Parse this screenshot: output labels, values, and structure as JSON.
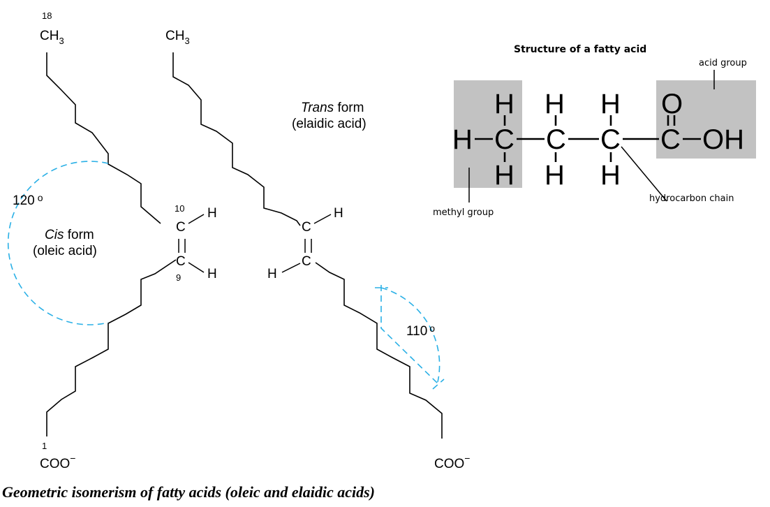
{
  "colors": {
    "angle_arc": "#2ab0e6",
    "shade": "#c2c2c2"
  },
  "cis": {
    "carbon_top_number": "18",
    "methyl": "CH",
    "methyl_sub": "3",
    "c10_number": "10",
    "c9_number": "9",
    "carbon": "C",
    "hydrogen": "H",
    "angle": "120",
    "angle_mark": "o",
    "form_word": "Cis",
    "form_rest": " form",
    "acid_name": "(oleic acid)",
    "carbon_bottom_number": "1",
    "carboxylate": "COO",
    "charge": "−"
  },
  "trans": {
    "methyl": "CH",
    "methyl_sub": "3",
    "carbon": "C",
    "hydrogen": "H",
    "form_word": "Trans",
    "form_rest": " form",
    "acid_name": "(elaidic acid)",
    "angle": "110",
    "angle_mark": "o",
    "carboxylate": "COO",
    "charge": "−"
  },
  "inset": {
    "title": "Structure of a fatty acid",
    "acid_group_label": "acid group",
    "methyl_group_label": "methyl group",
    "hydrocarbon_chain_label": "hydrocarbon chain",
    "atom_h": "H",
    "atom_c": "C",
    "atom_o": "O",
    "atom_oh": "OH"
  },
  "caption": "Geometric isomerism of fatty acids (oleic and elaidic acids)"
}
